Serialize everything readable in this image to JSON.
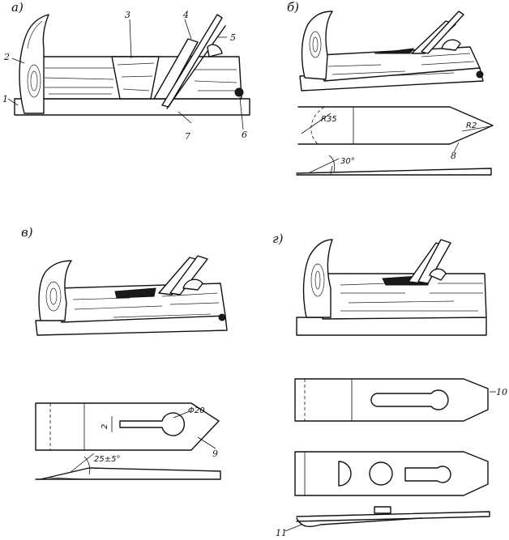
{
  "panels": {
    "a": {
      "label": "а)"
    },
    "b": {
      "label": "б)"
    },
    "v": {
      "label": "в)"
    },
    "g": {
      "label": "г)"
    }
  },
  "callouts": {
    "n1": "1",
    "n2": "2",
    "n3": "3",
    "n4": "4",
    "n5": "5",
    "n6": "6",
    "n7": "7",
    "n8": "8",
    "n9": "9",
    "n10": "10",
    "n11": "11"
  },
  "dimensions": {
    "r35": "R35",
    "r2": "R2",
    "angle30": "30°",
    "slot_width": "2",
    "hole_dia": "Φ20",
    "angle25": "25±5°"
  }
}
